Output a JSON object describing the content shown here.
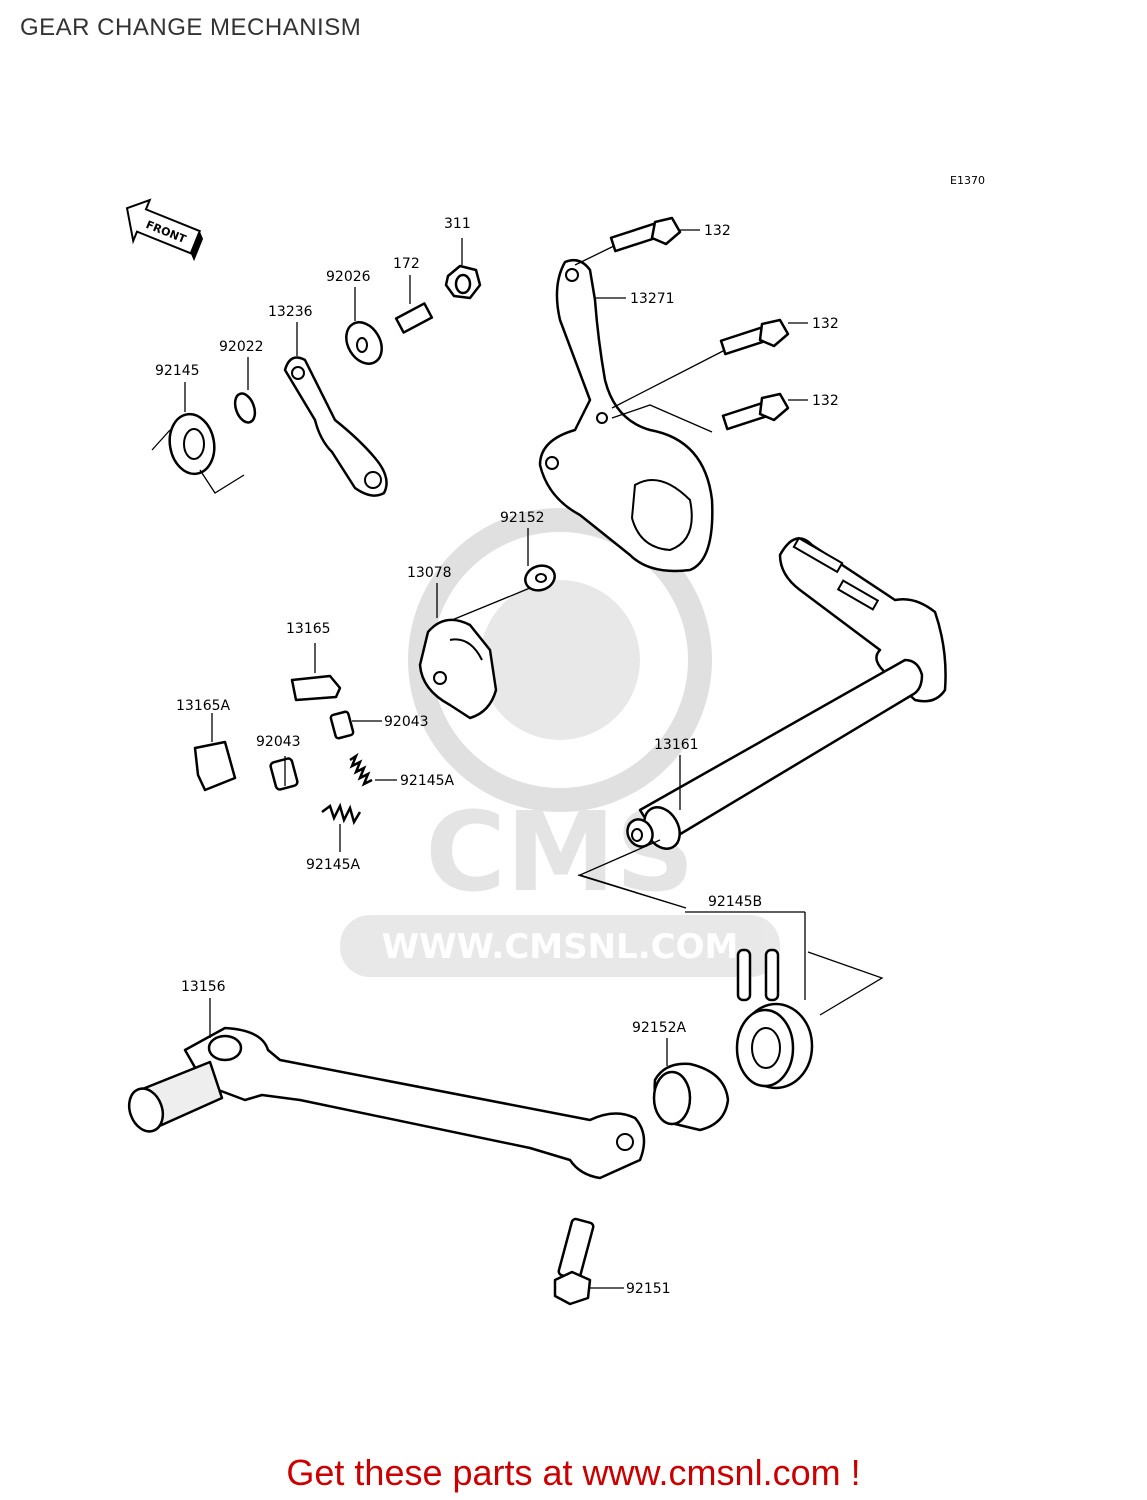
{
  "title": "GEAR CHANGE MECHANISM",
  "diagram_code": "E1370",
  "front_label": "FRONT",
  "watermark": {
    "brand": "CMS",
    "url": "WWW.CMSNL.COM"
  },
  "footer": "Get these parts at www.cmsnl.com !",
  "parts": [
    {
      "id": "p311",
      "number": "311"
    },
    {
      "id": "p132a",
      "number": "132"
    },
    {
      "id": "p172",
      "number": "172"
    },
    {
      "id": "p92026",
      "number": "92026"
    },
    {
      "id": "p13271",
      "number": "13271"
    },
    {
      "id": "p13236",
      "number": "13236"
    },
    {
      "id": "p132b",
      "number": "132"
    },
    {
      "id": "p92022",
      "number": "92022"
    },
    {
      "id": "p92145",
      "number": "92145"
    },
    {
      "id": "p132c",
      "number": "132"
    },
    {
      "id": "p92152",
      "number": "92152"
    },
    {
      "id": "p13078",
      "number": "13078"
    },
    {
      "id": "p13165",
      "number": "13165"
    },
    {
      "id": "p13165A",
      "number": "13165A"
    },
    {
      "id": "p92043a",
      "number": "92043"
    },
    {
      "id": "p92043b",
      "number": "92043"
    },
    {
      "id": "p92145Aa",
      "number": "92145A"
    },
    {
      "id": "p13161",
      "number": "13161"
    },
    {
      "id": "p92145Ab",
      "number": "92145A"
    },
    {
      "id": "p92145B",
      "number": "92145B"
    },
    {
      "id": "p13156",
      "number": "13156"
    },
    {
      "id": "p92152A",
      "number": "92152A"
    },
    {
      "id": "p92151",
      "number": "92151"
    }
  ]
}
